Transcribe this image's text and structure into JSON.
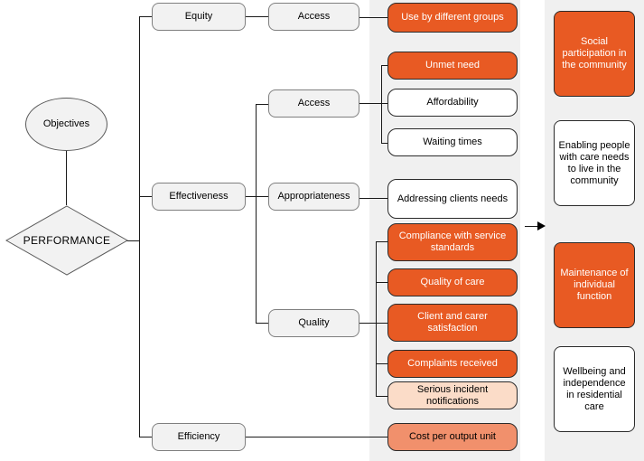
{
  "colors": {
    "orange": "#E85A23",
    "salmon": "#F1906C",
    "peach": "#FBDCC8",
    "panel_gray": "#F0F0F0",
    "node_gray": "#F2F2F2"
  },
  "nodes": {
    "objectives": "Objectives",
    "performance": "PERFORMANCE"
  },
  "categories": {
    "equity": "Equity",
    "effectiveness": "Effectiveness",
    "efficiency": "Efficiency"
  },
  "subcategories": {
    "equity_access": "Access",
    "effectiveness_access": "Access",
    "appropriateness": "Appropriateness",
    "quality": "Quality"
  },
  "indicators": {
    "use_by_different_groups": "Use by different groups",
    "unmet_need": "Unmet need",
    "affordability": "Affordability",
    "waiting_times": "Waiting times",
    "addressing_clients_needs": "Addressing clients needs",
    "compliance_with_service_standards": "Compliance with service standards",
    "quality_of_care": "Quality of care",
    "client_and_carer_satisfaction": "Client and carer satisfaction",
    "complaints_received": "Complaints received",
    "serious_incident_notifications": "Serious incident notifications",
    "cost_per_output_unit": "Cost per output unit"
  },
  "outcomes": {
    "social_participation": "Social participation in the community",
    "enabling_people": "Enabling people with care needs to live in the community",
    "maintenance_function": "Maintenance of individual function",
    "wellbeing_independence": "Wellbeing and independence in residential care"
  }
}
